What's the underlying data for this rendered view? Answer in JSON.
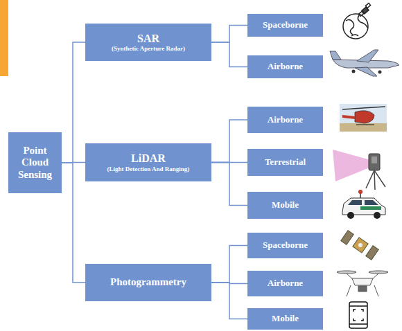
{
  "diagram": {
    "nodes": [
      {
        "text": [
          "Point Cloud Sensing"
        ]
      },
      {
        "text": [
          "SAR",
          "(Synthetic Aperture Radar)"
        ]
      },
      {
        "text": [
          "Spaceborne"
        ]
      },
      {
        "text": [
          "Airborne"
        ]
      },
      {
        "text": [
          "LiDAR",
          "(Light Detection And Ranging)"
        ]
      },
      {
        "text": [
          "Airborne"
        ]
      },
      {
        "text": [
          "Terrestrial"
        ]
      },
      {
        "text": [
          "Mobile"
        ]
      },
      {
        "text": [
          "Photogrammetry"
        ]
      },
      {
        "text": [
          "Spaceborne"
        ]
      },
      {
        "text": [
          "Airborne"
        ]
      },
      {
        "text": [
          "Mobile"
        ]
      }
    ],
    "edges": [
      {
        "from": 0,
        "to": 1,
        "arrow": "none"
      },
      {
        "from": 0,
        "to": 4,
        "arrow": "none"
      },
      {
        "from": 0,
        "to": 8,
        "arrow": "none"
      },
      {
        "from": 1,
        "to": 2,
        "arrow": "none"
      },
      {
        "from": 1,
        "to": 3,
        "arrow": "none"
      },
      {
        "from": 4,
        "to": 5,
        "arrow": "none"
      },
      {
        "from": 4,
        "to": 6,
        "arrow": "none"
      },
      {
        "from": 4,
        "to": 7,
        "arrow": "none"
      },
      {
        "from": 8,
        "to": 9,
        "arrow": "none"
      },
      {
        "from": 8,
        "to": 10,
        "arrow": "none"
      },
      {
        "from": 8,
        "to": 11,
        "arrow": "none"
      }
    ]
  }
}
